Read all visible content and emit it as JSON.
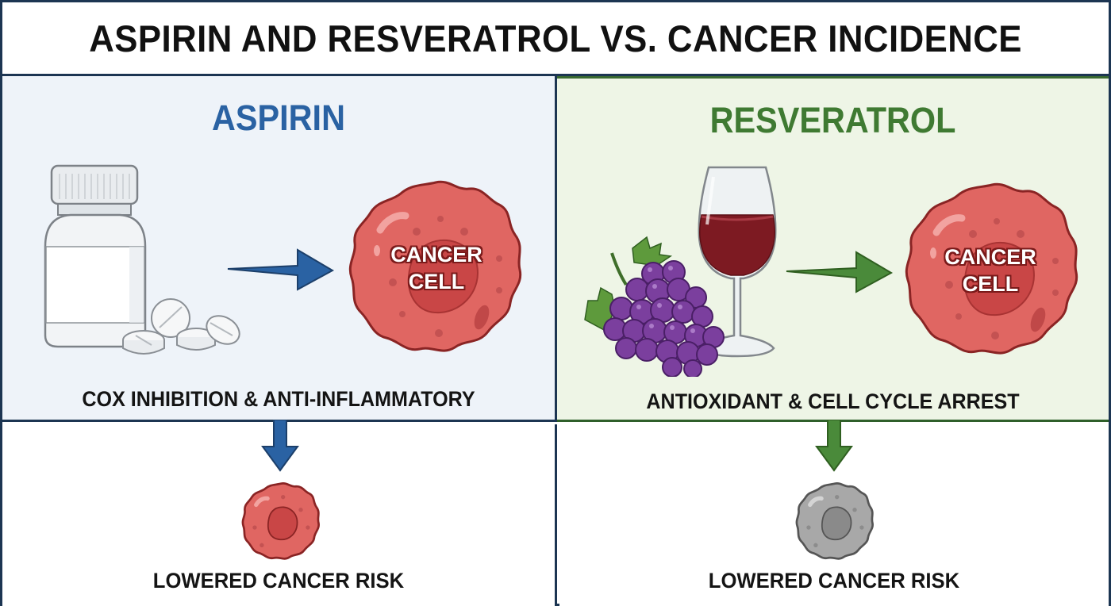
{
  "title": "ASPIRIN AND RESVERATROL VS. CANCER INCIDENCE",
  "colors": {
    "aspirin_accent": "#2a62a3",
    "resveratrol_accent": "#3f7a32",
    "aspirin_panel_bg": "#eef3f9",
    "resveratrol_panel_bg": "#eef5e6",
    "cancer_cell": "#e06662",
    "healthy_cell_gray": "#a8a8a8",
    "wine": "#7d1a22",
    "grape": "#7b3f9e",
    "border": "#1c3552"
  },
  "panels": [
    {
      "heading": "ASPIRIN",
      "agent_icon": "pill-bottle-with-tablets-icon",
      "arrow_color": "#2a62a3",
      "target_label_line1": "CANCER",
      "target_label_line2": "CELL",
      "mechanism": "COX INHIBITION & ANTI-INFLAMMATORY",
      "outcome": "LOWERED CANCER RISK",
      "outcome_icon": "small-red-cell-icon"
    },
    {
      "heading": "RESVERATROL",
      "agent_icon": "wine-glass-and-grapes-icon",
      "arrow_color": "#3f7a32",
      "target_label_line1": "CANCER",
      "target_label_line2": "CELL",
      "mechanism": "ANTIOXIDANT & CELL CYCLE ARREST",
      "outcome": "LOWERED CANCER RISK",
      "outcome_icon": "small-gray-cell-icon"
    }
  ]
}
